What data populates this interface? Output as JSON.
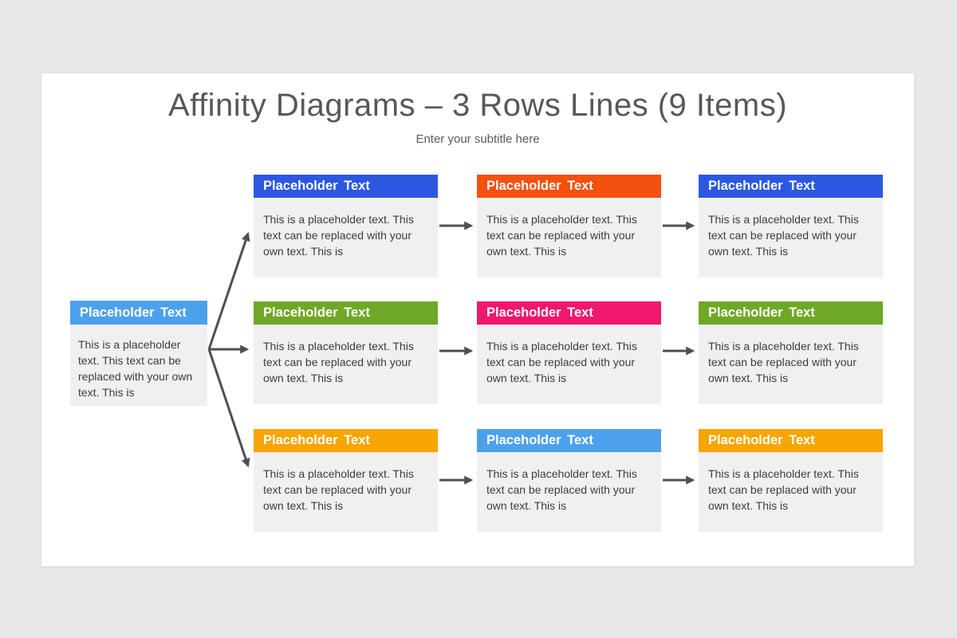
{
  "page": {
    "background": "#E8E7E7",
    "slide_background": "#FFFFFF"
  },
  "header": {
    "title": "Affinity Diagrams – 3 Rows Lines (9 Items)",
    "subtitle": "Enter your subtitle here"
  },
  "colors": {
    "royal_blue": "#2C58E1",
    "orange_red": "#F4500E",
    "green": "#6FA827",
    "pink": "#F0176F",
    "amber": "#F7A502",
    "sky_blue": "#4DA1EC",
    "card_body_bg": "#F0F0F0",
    "arrow": "#4F4F4F"
  },
  "root": {
    "title": "Placeholder Text",
    "body": "This is a placeholder text. This text can be replaced with your own text. This is",
    "header_color": "#4DA1EC"
  },
  "grid": {
    "rows": [
      {
        "items": [
          {
            "title": "Placeholder Text",
            "body": "This is a placeholder text. This text can be replaced with your own text. This is",
            "header_color": "#2C58E1"
          },
          {
            "title": "Placeholder Text",
            "body": "This is a placeholder text. This text can be replaced with your own text. This is",
            "header_color": "#F4500E"
          },
          {
            "title": "Placeholder Text",
            "body": "This is a placeholder text. This text can be replaced with your own text. This is",
            "header_color": "#2C58E1"
          }
        ]
      },
      {
        "items": [
          {
            "title": "Placeholder Text",
            "body": "This is a placeholder text. This text can be replaced with your own text. This is",
            "header_color": "#6FA827"
          },
          {
            "title": "Placeholder Text",
            "body": "This is a placeholder text. This text can be replaced with your own text. This is",
            "header_color": "#F0176F"
          },
          {
            "title": "Placeholder Text",
            "body": "This is a placeholder text. This text can be replaced with your own text. This is",
            "header_color": "#6FA827"
          }
        ]
      },
      {
        "items": [
          {
            "title": "Placeholder Text",
            "body": "This is a placeholder text. This text can be replaced with your own text. This is",
            "header_color": "#F7A502"
          },
          {
            "title": "Placeholder Text",
            "body": "This is a placeholder text. This text can be replaced with your own text. This is",
            "header_color": "#4DA1EC"
          },
          {
            "title": "Placeholder Text",
            "body": "This is a placeholder text. This text can be replaced with your own text. This is",
            "header_color": "#F7A502"
          }
        ]
      }
    ]
  }
}
